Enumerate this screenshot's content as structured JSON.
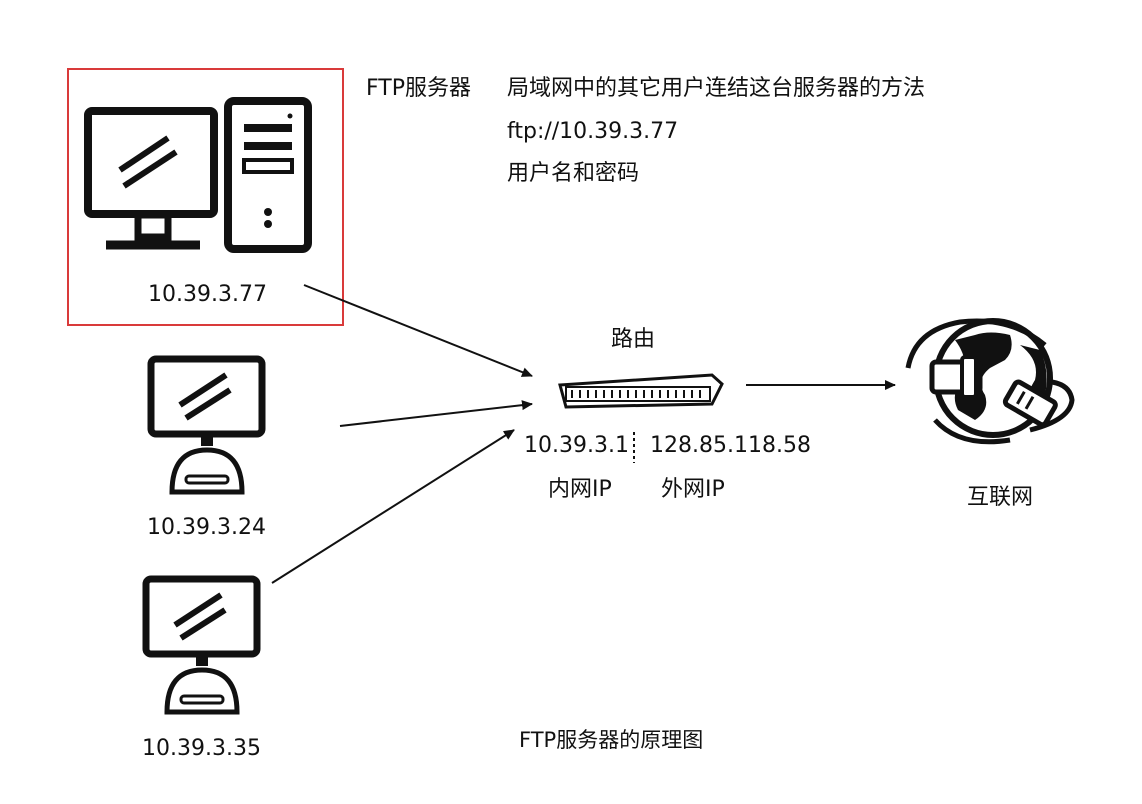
{
  "server": {
    "ip": "10.39.3.77",
    "title": "FTP服务器",
    "desc": "局域网中的其它用户连结这台服务器的方法",
    "url": "ftp://10.39.3.77",
    "credentials": "用户名和密码",
    "highlight_color": "#d93a3a"
  },
  "clients": [
    {
      "ip": "10.39.3.24"
    },
    {
      "ip": "10.39.3.35"
    }
  ],
  "router": {
    "title": "路由",
    "internal_ip": "10.39.3.1",
    "external_ip": "128.85.118.58",
    "internal_label": "内网IP",
    "external_label": "外网IP"
  },
  "internet": {
    "label": "互联网"
  },
  "caption": "FTP服务器的原理图",
  "colors": {
    "stroke": "#111111",
    "background": "#ffffff"
  },
  "icons": [
    "desktop-monitor-icon",
    "tower-pc-icon",
    "imac-icon",
    "router-icon",
    "globe-internet-icon"
  ]
}
